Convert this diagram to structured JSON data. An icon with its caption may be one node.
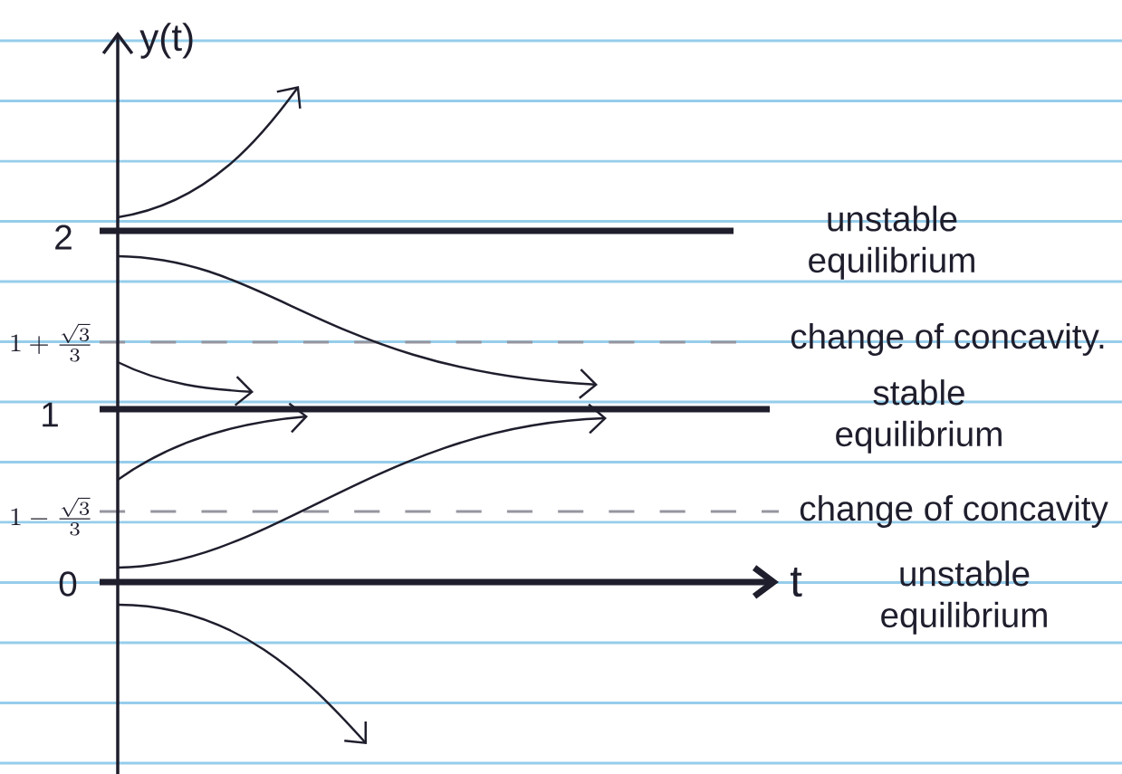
{
  "diagram": {
    "labels": [
      "y(t)",
      "t",
      "2",
      "1+\\frac{\\sqrt{3}}{3}",
      "1",
      "1-\\frac{\\sqrt{3}}{3}",
      "0",
      "unstable equilibrium",
      "change of concavity.",
      "stable equilibrium",
      "change of concavity",
      "unstable equilibrium"
    ]
  }
}
